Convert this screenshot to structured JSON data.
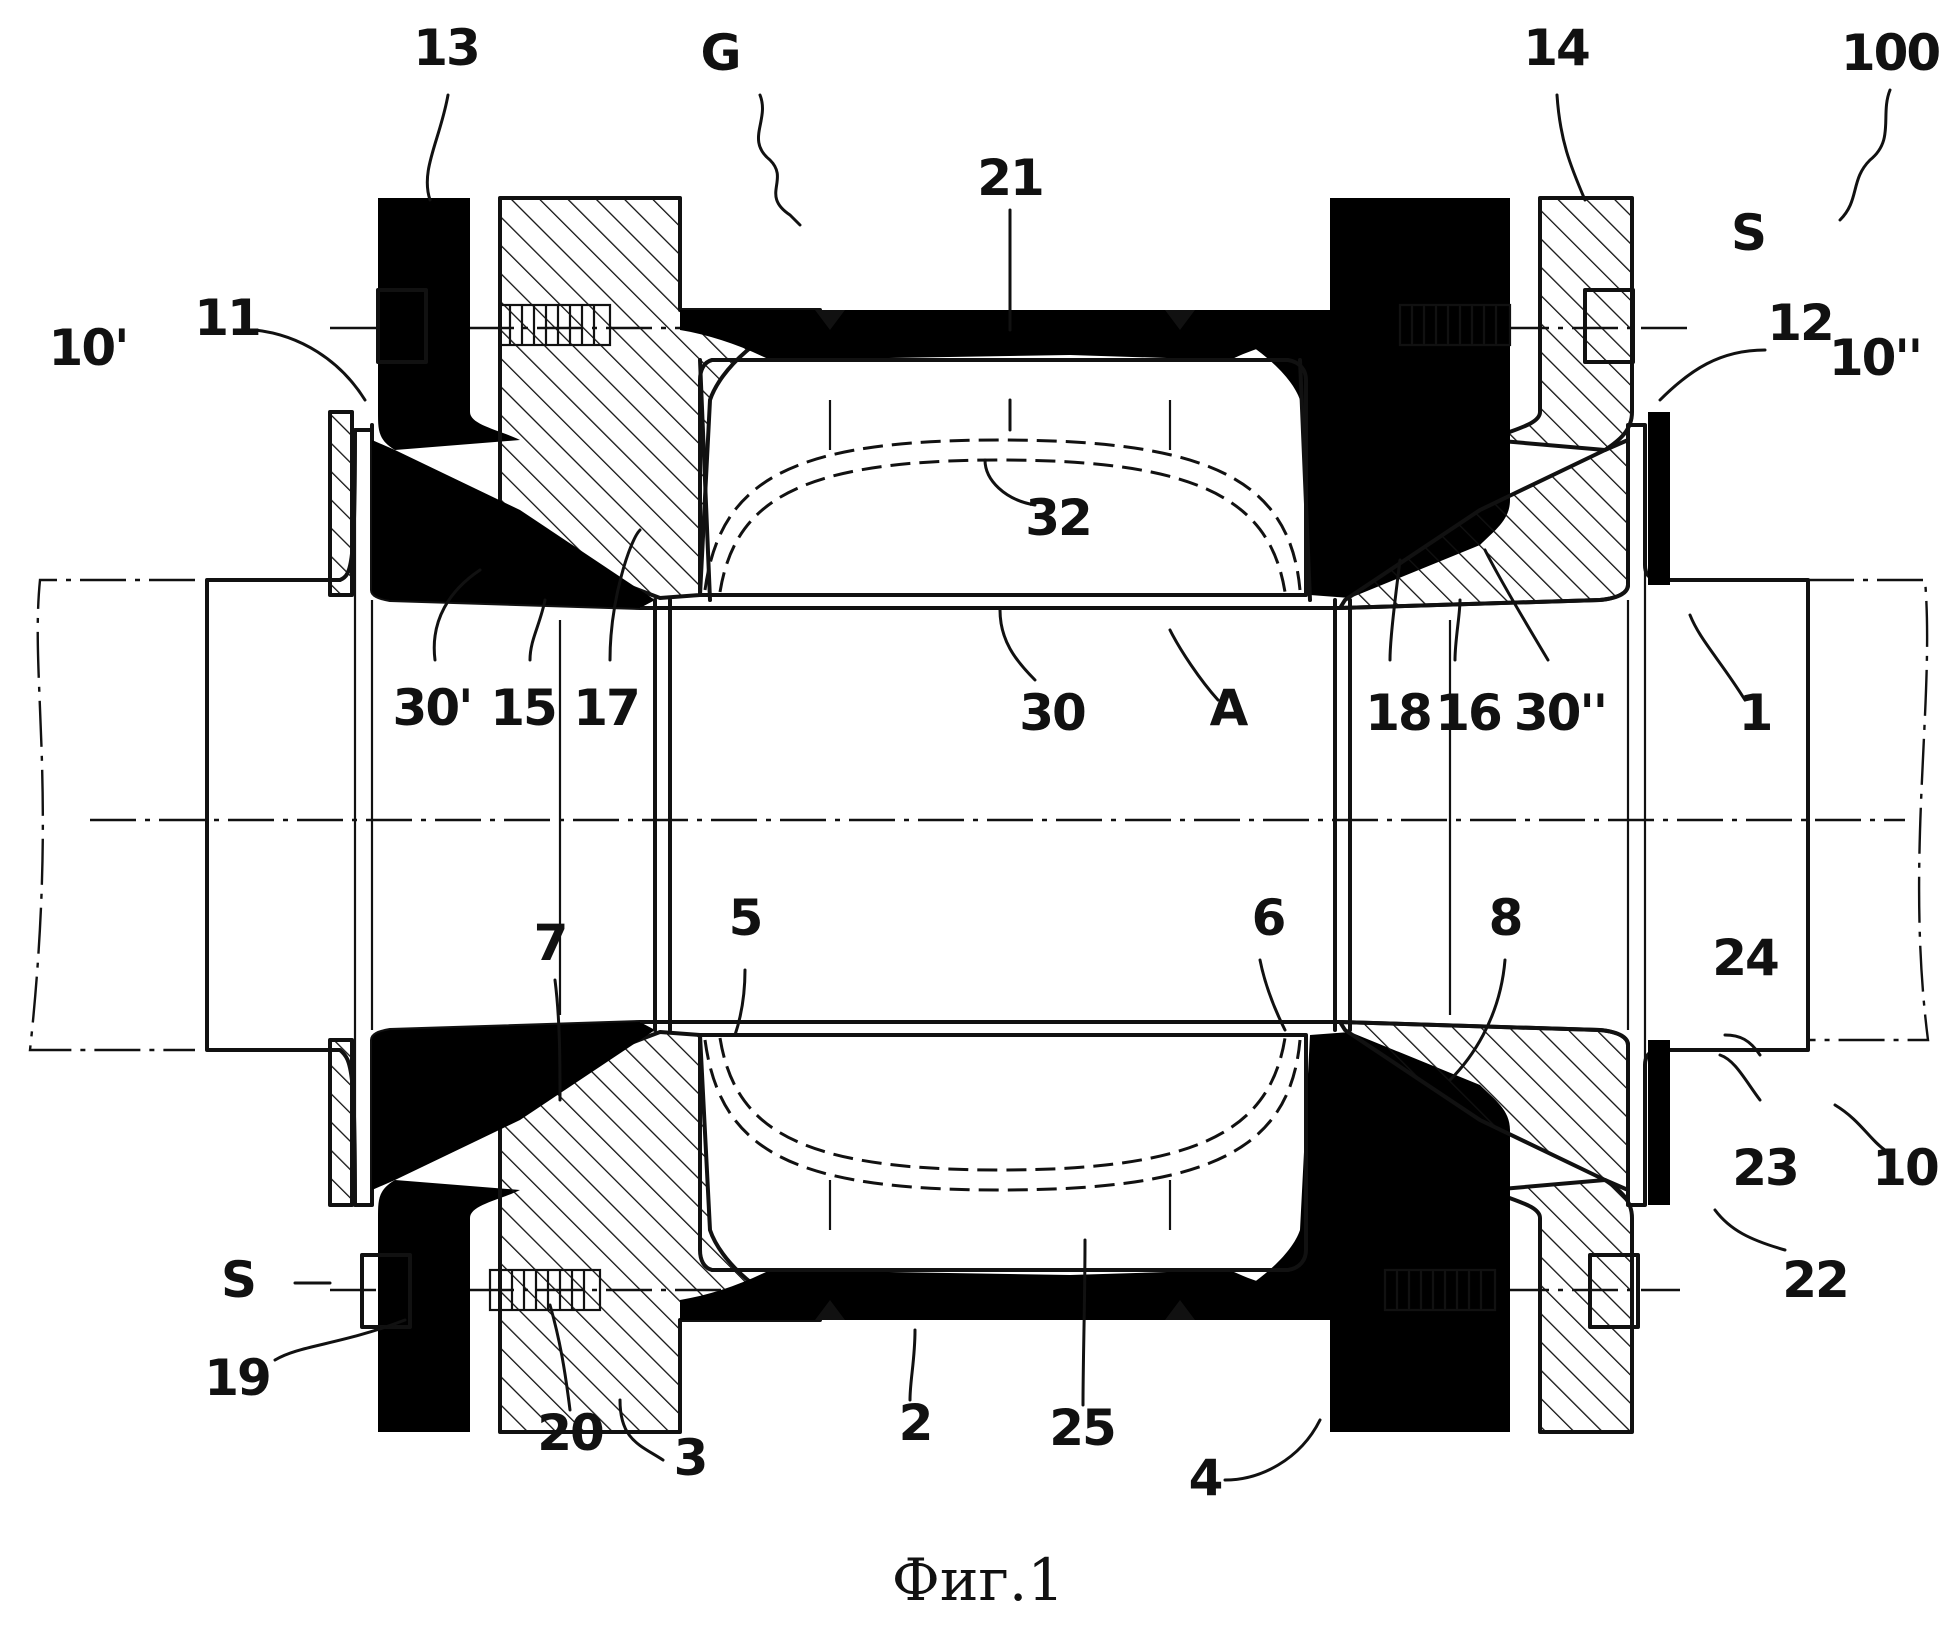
{
  "figure": {
    "caption": "Фиг.1",
    "labels": {
      "l13": "13",
      "lG": "G",
      "l14": "14",
      "l100": "100",
      "l21": "21",
      "l11": "11",
      "lS_top": "S",
      "l12": "12",
      "l10p": "10'",
      "l10pp": "10''",
      "l32": "32",
      "l30p": "30'",
      "l15": "15",
      "l17": "17",
      "l30": "30",
      "lA": "A",
      "l18": "18",
      "l16": "16",
      "l30pp": "30''",
      "l1": "1",
      "l7": "7",
      "l5": "5",
      "l6": "6",
      "l8": "8",
      "l24": "24",
      "l23": "23",
      "l10": "10",
      "lS_bot": "S",
      "l22": "22",
      "l19": "19",
      "l2": "2",
      "l25": "25",
      "l20": "20",
      "l3": "3",
      "l4": "4"
    }
  }
}
